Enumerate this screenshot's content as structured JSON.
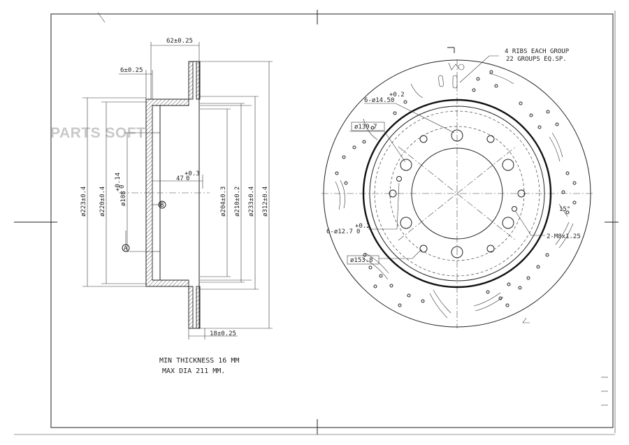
{
  "watermark": "PARTS SOFT",
  "notes": {
    "line1": "MIN THICKNESS 16 MM",
    "line2": "MAX DIA 211 MM."
  },
  "side_view": {
    "width_total": "62±0.25",
    "hat_thickness": "6±0.25",
    "rotor_thickness": "18±0.25",
    "hat_depth": "47",
    "hat_depth_tol": "+0.3",
    "hat_depth_tol2": "0",
    "dia_223": "ø223±0.4",
    "dia_220": "ø220±0.4",
    "dia_108": "ø108",
    "dia_108_tol": "+0.14",
    "dia_108_tol2": "0",
    "dia_204": "ø204±0.3",
    "dia_210": "ø210±0.2",
    "dia_233": "ø233±0.4",
    "dia_312": "ø312±0.4",
    "datum_a": "A",
    "datum_b": "B"
  },
  "front_view": {
    "ribs_line1": "4 RIBS EACH GROUP",
    "ribs_line2": "22 GROUPS EQ.SP.",
    "holes_14": "6-ø14.5",
    "holes_14_tol": "+0.2",
    "holes_14_tol2": "0",
    "pcd_139": "ø139.7",
    "holes_12": "6-ø12.7",
    "holes_12_tol": "+0.2",
    "holes_12_tol2": "0",
    "dia_153": "ø153.8",
    "thread": "2-M8x1.25",
    "angle": "15°"
  }
}
